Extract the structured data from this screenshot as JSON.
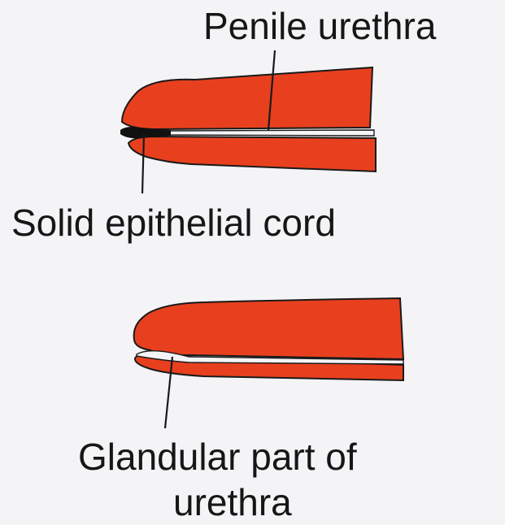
{
  "labels": {
    "penile_urethra": "Penile urethra",
    "solid_epithelial_cord": "Solid epithelial cord",
    "glandular_line_1": "Glandular part of",
    "glandular_line_2": "urethra"
  },
  "colors": {
    "tissue_fill": "#e8401e",
    "outline": "#1a1a1a",
    "background": "#f4f4f6",
    "epithelial_cord": "#111111"
  }
}
